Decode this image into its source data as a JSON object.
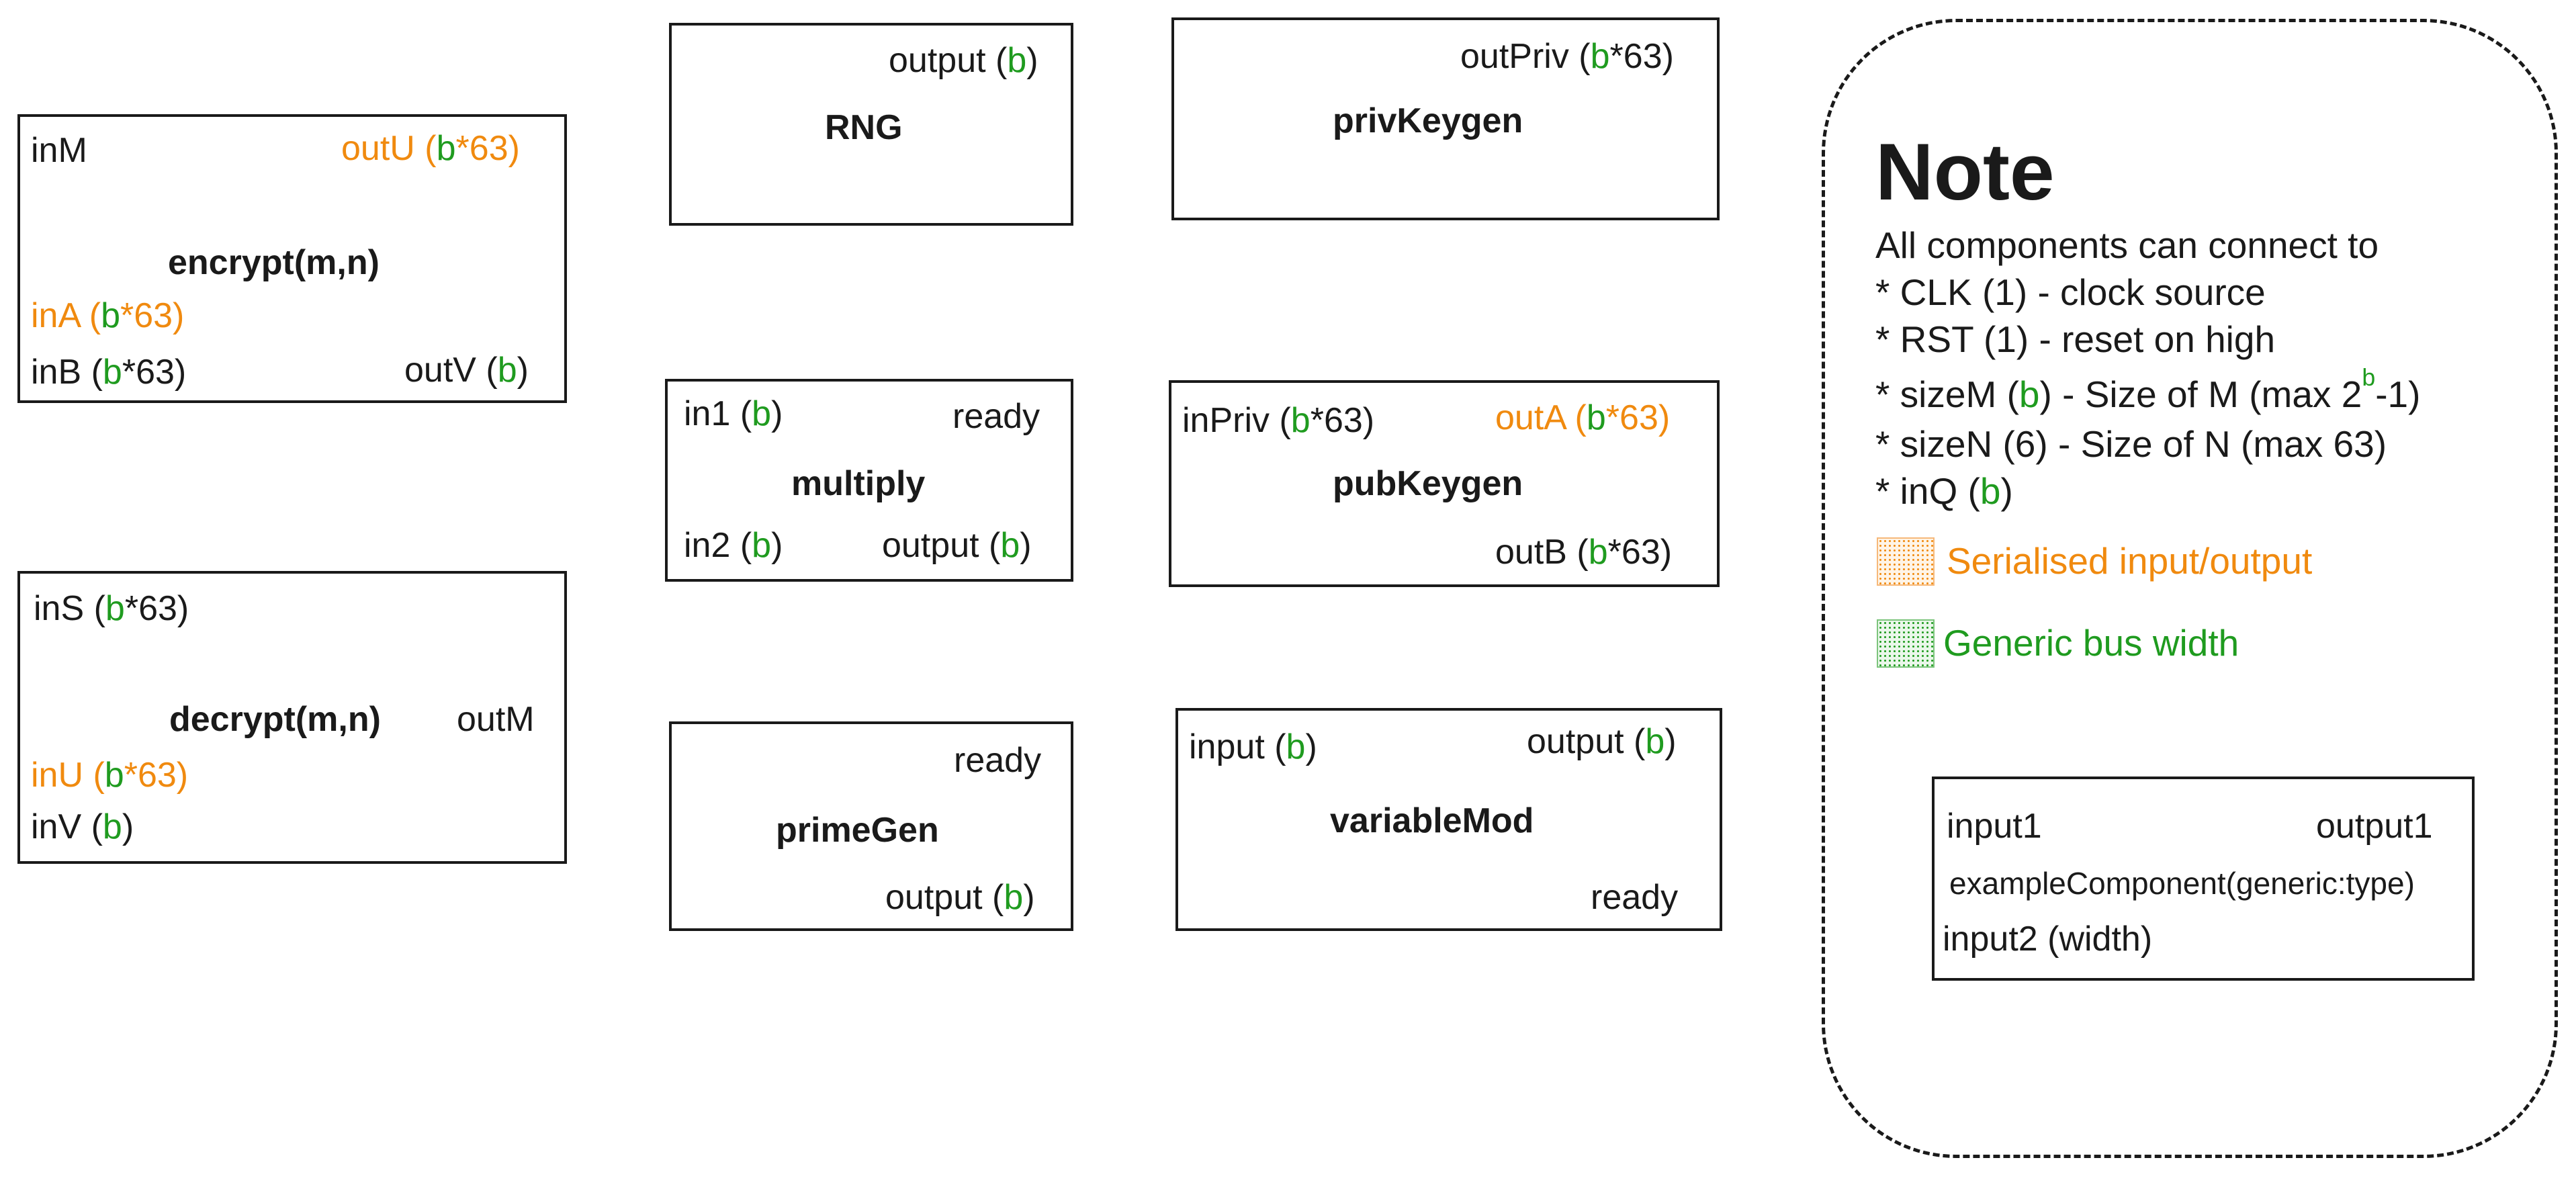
{
  "colors": {
    "serialised": "#f08a0f",
    "generic": "#1f9b1f",
    "stroke": "#1a1a1a"
  },
  "components": {
    "encrypt": {
      "title": "encrypt(m,n)",
      "inM": "inM",
      "outU": "outU (",
      "outU_b": "b",
      "outU_tail": "*63)",
      "inA": "inA (",
      "inA_b": "b",
      "inA_tail": "*63)",
      "inB": "inB (",
      "inB_b": "b",
      "inB_tail": "*63)",
      "outV": "outV (",
      "outV_b": "b",
      "outV_tail": ")"
    },
    "decrypt": {
      "title": "decrypt(m,n)",
      "inS": "inS (",
      "inS_b": "b",
      "inS_tail": "*63)",
      "outM": "outM",
      "inU": "inU (",
      "inU_b": "b",
      "inU_tail": "*63)",
      "inV": "inV (",
      "inV_b": "b",
      "inV_tail": ")"
    },
    "rng": {
      "title": "RNG",
      "output": "output (",
      "output_b": "b",
      "output_tail": ")"
    },
    "multiply": {
      "title": "multiply",
      "in1": "in1 (",
      "in1_b": "b",
      "in1_tail": ")",
      "ready": "ready",
      "in2": "in2 (",
      "in2_b": "b",
      "in2_tail": ")",
      "output": "output (",
      "output_b": "b",
      "output_tail": ")"
    },
    "primeGen": {
      "title": "primeGen",
      "ready": "ready",
      "output": "output (",
      "output_b": "b",
      "output_tail": ")"
    },
    "privKeygen": {
      "title": "privKeygen",
      "outPriv": "outPriv (",
      "outPriv_b": "b",
      "outPriv_tail": "*63)"
    },
    "pubKeygen": {
      "title": "pubKeygen",
      "inPriv": "inPriv (",
      "inPriv_b": "b",
      "inPriv_tail": "*63)",
      "outA": "outA (",
      "outA_b": "b",
      "outA_tail": "*63)",
      "outB": "outB (",
      "outB_b": "b",
      "outB_tail": "*63)"
    },
    "variableMod": {
      "title": "variableMod",
      "input": "input (",
      "input_b": "b",
      "input_tail": ")",
      "output": "output (",
      "output_b": "b",
      "output_tail": ")",
      "ready": "ready"
    }
  },
  "note": {
    "title": "Note",
    "intro": "All components can connect to",
    "clk": "* CLK (1) - clock source",
    "rst": "* RST (1) - reset on high",
    "sizeM_a": "* sizeM (",
    "sizeM_b": "b",
    "sizeM_c": ") - Size of M (max 2",
    "sizeM_sup": "b",
    "sizeM_d": "-1)",
    "sizeN": "* sizeN (6) - Size of N (max 63)",
    "inQ_a": "* inQ (",
    "inQ_b": "b",
    "inQ_c": ")",
    "legend_serialised": "Serialised input/output",
    "legend_generic": "Generic bus width",
    "example": {
      "input1": "input1",
      "output1": "output1",
      "title": "exampleComponent(generic:type)",
      "input2": "input2 (width)"
    }
  }
}
